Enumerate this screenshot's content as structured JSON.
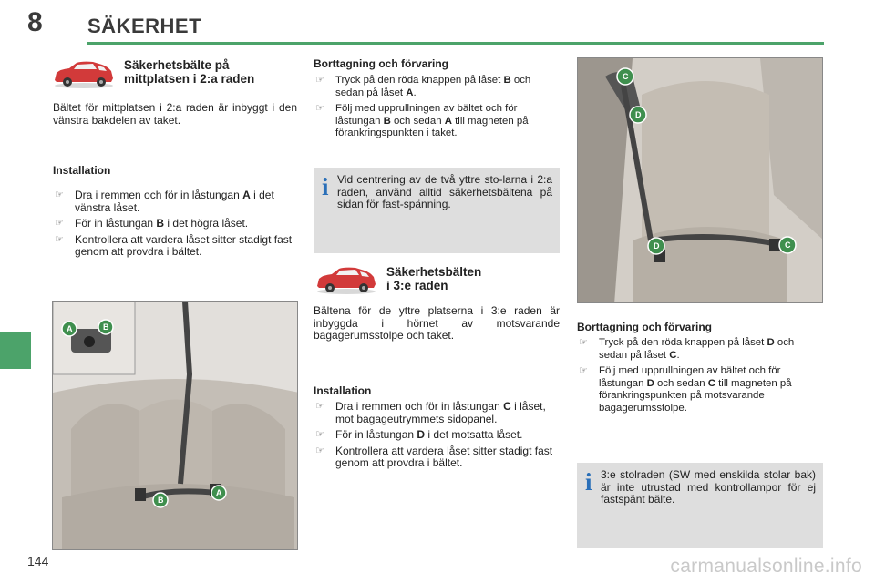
{
  "header": {
    "chapter_number": "8",
    "chapter_title": "SÄKERHET"
  },
  "page_number": "144",
  "watermark": "carmanualsonline.info",
  "left": {
    "title_line1": "Säkerhetsbälte på",
    "title_line2": "mittplatsen i 2:a raden",
    "intro": "Bältet för mittplatsen i 2:a raden är inbyggt i den vänstra bakdelen av taket.",
    "installation_heading": "Installation",
    "installation_items": [
      {
        "pre": "Dra i remmen och för in låstungan ",
        "key": "A",
        "post": " i det vänstra låset."
      },
      {
        "pre": "För in låstungan ",
        "key": "B",
        "post": " i det högra låset."
      },
      {
        "pre": "Kontrollera att vardera låset sitter stadigt fast genom att provdra i bältet.",
        "key": "",
        "post": ""
      }
    ],
    "photo_labels": [
      "A",
      "B",
      "B",
      "A"
    ]
  },
  "middle": {
    "removal_heading": "Borttagning och förvaring",
    "removal_items": [
      {
        "pre": "Tryck på den röda knappen på låset ",
        "key": "B",
        "post": " och sedan på låset ",
        "key2": "A",
        "post2": "."
      },
      {
        "pre": "Följ med upprullningen av bältet och för låstungan ",
        "key": "B",
        "post": " och sedan ",
        "key2": "A",
        "post2": " till magneten på förankringspunkten i taket."
      }
    ],
    "info_text": "Vid centrering av de två yttre sto-larna i 2:a raden, använd alltid säkerhetsbältena på sidan för fast-spänning.",
    "title_line1": "Säkerhetsbälten",
    "title_line2": "i 3:e raden",
    "intro": "Bältena för de yttre platserna i 3:e raden är inbyggda i hörnet av motsvarande bagagerumsstolpe och taket.",
    "installation_heading": "Installation",
    "installation_items": [
      {
        "pre": "Dra i remmen och för in låstungan ",
        "key": "C",
        "post": " i låset, mot bagageutrymmets sidopanel."
      },
      {
        "pre": "För in låstungan ",
        "key": "D",
        "post": " i det motsatta låset."
      },
      {
        "pre": "Kontrollera att vardera låset sitter stadigt fast genom att provdra i bältet.",
        "key": "",
        "post": ""
      }
    ]
  },
  "right": {
    "photo_labels": [
      "C",
      "D",
      "D",
      "C"
    ],
    "removal_heading": "Borttagning och förvaring",
    "removal_items": [
      {
        "pre": "Tryck på den röda knappen på låset ",
        "key": "D",
        "post": " och sedan på låset ",
        "key2": "C",
        "post2": "."
      },
      {
        "pre": "Följ med upprullningen av bältet och för låstungan ",
        "key": "D",
        "post": " och sedan ",
        "key2": "C",
        "post2": " till magneten på förankringspunkten på motsvarande bagagerumsstolpe."
      }
    ],
    "info_text": "3:e stolraden (SW med enskilda stolar bak) är inte utrustad med kontrollampor för ej fastspänt bälte."
  },
  "colors": {
    "accent_green": "#4ca36a",
    "info_blue": "#2a6fb8",
    "badge_green": "#3f8f4e",
    "car_red": "#d23a3a"
  },
  "icons": [
    "car-icon",
    "info-icon",
    "bullet-icon"
  ]
}
